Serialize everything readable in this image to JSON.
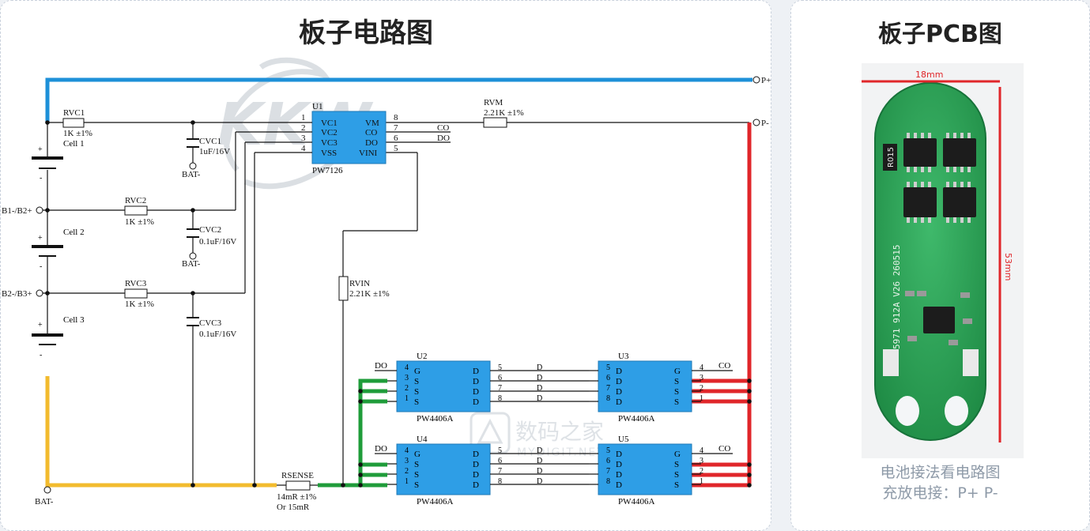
{
  "schematic": {
    "title": "板子电路图",
    "ic": {
      "ref": "U1",
      "part": "PW7126",
      "left_pins": [
        {
          "num": "1",
          "name": "VC1"
        },
        {
          "num": "2",
          "name": "VC2"
        },
        {
          "num": "3",
          "name": "VC3"
        },
        {
          "num": "4",
          "name": "VSS"
        }
      ],
      "right_pins": [
        {
          "num": "8",
          "name": "VM"
        },
        {
          "num": "7",
          "name": "CO"
        },
        {
          "num": "6",
          "name": "DO"
        },
        {
          "num": "5",
          "name": "VINI"
        }
      ]
    },
    "out_co": "CO",
    "out_do": "DO",
    "terminals": {
      "p_plus": "P+",
      "p_minus": "P-",
      "b1": "B1-/B2+",
      "b2": "B2-/B3+",
      "bat_minus": "BAT-"
    },
    "cells": [
      "Cell 1",
      "Cell 2",
      "Cell 3"
    ],
    "battery_signs": {
      "plus": "+",
      "minus": "-"
    },
    "resistors": {
      "rvc1": {
        "ref": "RVC1",
        "value": "1K ±1%"
      },
      "rvc2": {
        "ref": "RVC2",
        "value": "1K ±1%"
      },
      "rvc3": {
        "ref": "RVC3",
        "value": "1K ±1%"
      },
      "rvm": {
        "ref": "RVM",
        "value": "2.21K ±1%"
      },
      "rvin": {
        "ref": "RVIN",
        "value": "2.21K ±1%"
      },
      "rsense": {
        "ref": "RSENSE",
        "value": "14mR ±1%",
        "value2": "Or 15mR"
      }
    },
    "capacitors": {
      "cvc1": {
        "ref": "CVC1",
        "value": "1uF/16V",
        "gnd": "BAT-"
      },
      "cvc2": {
        "ref": "CVC2",
        "value": "0.1uF/16V",
        "gnd": "BAT-"
      },
      "cvc3": {
        "ref": "CVC3",
        "value": "0.1uF/16V"
      }
    },
    "mosfets": [
      {
        "ref": "U2",
        "part": "PW4406A",
        "gate": "DO",
        "orient": "left",
        "pins": [
          {
            "num": "4",
            "name": "G"
          },
          {
            "num": "3",
            "name": "S"
          },
          {
            "num": "2",
            "name": "S"
          },
          {
            "num": "1",
            "name": "S"
          }
        ],
        "dpins": [
          {
            "num": "5",
            "name": "D"
          },
          {
            "num": "6",
            "name": "D"
          },
          {
            "num": "7",
            "name": "D"
          },
          {
            "num": "8",
            "name": "D"
          }
        ]
      },
      {
        "ref": "U3",
        "part": "PW4406A",
        "gate": "CO",
        "orient": "right",
        "pins": [
          {
            "num": "4",
            "name": "G"
          },
          {
            "num": "3",
            "name": "S"
          },
          {
            "num": "2",
            "name": "S"
          },
          {
            "num": "1",
            "name": "S"
          }
        ],
        "dpins": [
          {
            "num": "5",
            "name": "D"
          },
          {
            "num": "6",
            "name": "D"
          },
          {
            "num": "7",
            "name": "D"
          },
          {
            "num": "8",
            "name": "D"
          }
        ]
      },
      {
        "ref": "U4",
        "part": "PW4406A",
        "gate": "DO",
        "orient": "left",
        "pins": [
          {
            "num": "4",
            "name": "G"
          },
          {
            "num": "3",
            "name": "S"
          },
          {
            "num": "2",
            "name": "S"
          },
          {
            "num": "1",
            "name": "S"
          }
        ],
        "dpins": [
          {
            "num": "5",
            "name": "D"
          },
          {
            "num": "6",
            "name": "D"
          },
          {
            "num": "7",
            "name": "D"
          },
          {
            "num": "8",
            "name": "D"
          }
        ]
      },
      {
        "ref": "U5",
        "part": "PW4406A",
        "gate": "CO",
        "orient": "right",
        "pins": [
          {
            "num": "4",
            "name": "G"
          },
          {
            "num": "3",
            "name": "S"
          },
          {
            "num": "2",
            "name": "S"
          },
          {
            "num": "1",
            "name": "S"
          }
        ],
        "dpins": [
          {
            "num": "5",
            "name": "D"
          },
          {
            "num": "6",
            "name": "D"
          },
          {
            "num": "7",
            "name": "D"
          },
          {
            "num": "8",
            "name": "D"
          }
        ]
      }
    ],
    "mid_label": "D",
    "watermark_logo": "KKW",
    "watermark_text": "数码之家",
    "watermark_sub": "MYDIGIT.NET",
    "colors": {
      "p_plus": "#1e90d8",
      "p_minus": "#e0262a",
      "bat_minus": "#f2bb2e",
      "sense": "#1f9c3a",
      "chip": "#2e9ee6"
    }
  },
  "pcb": {
    "title": "板子PCB图",
    "width_label": "18mm",
    "height_label": "53mm",
    "silk_main": "5971 912A V26 260515",
    "silk_resistor": "R015",
    "caption_line1": "电池接法看电路图",
    "caption_line2": "充放电接：P+ P-"
  }
}
